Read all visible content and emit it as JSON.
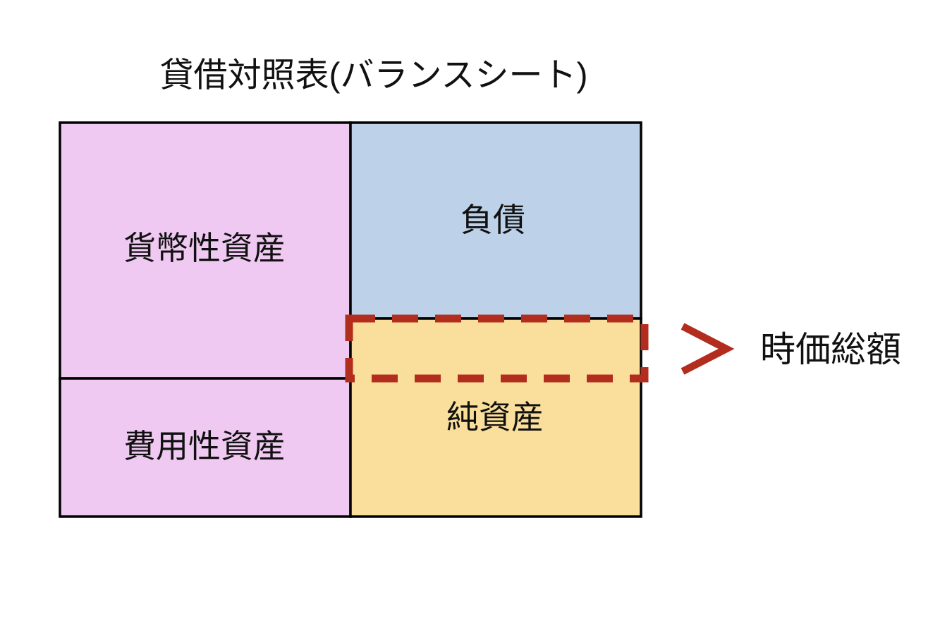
{
  "title": "貸借対照表(バランスシート)",
  "balance_sheet": {
    "cells": {
      "monetary_assets": {
        "label": "貨幣性資産",
        "fill": "#EFC9F1"
      },
      "cost_assets": {
        "label": "費用性資産",
        "fill": "#EFC9F1"
      },
      "liabilities": {
        "label": "負債",
        "fill": "#BDD2E8"
      },
      "net_assets": {
        "label": "純資産",
        "fill": "#F9DF9B"
      }
    },
    "border_color": "#000000"
  },
  "annotation": {
    "comparison_symbol": ">",
    "label": "時価総額",
    "color": "#B32D1E"
  }
}
